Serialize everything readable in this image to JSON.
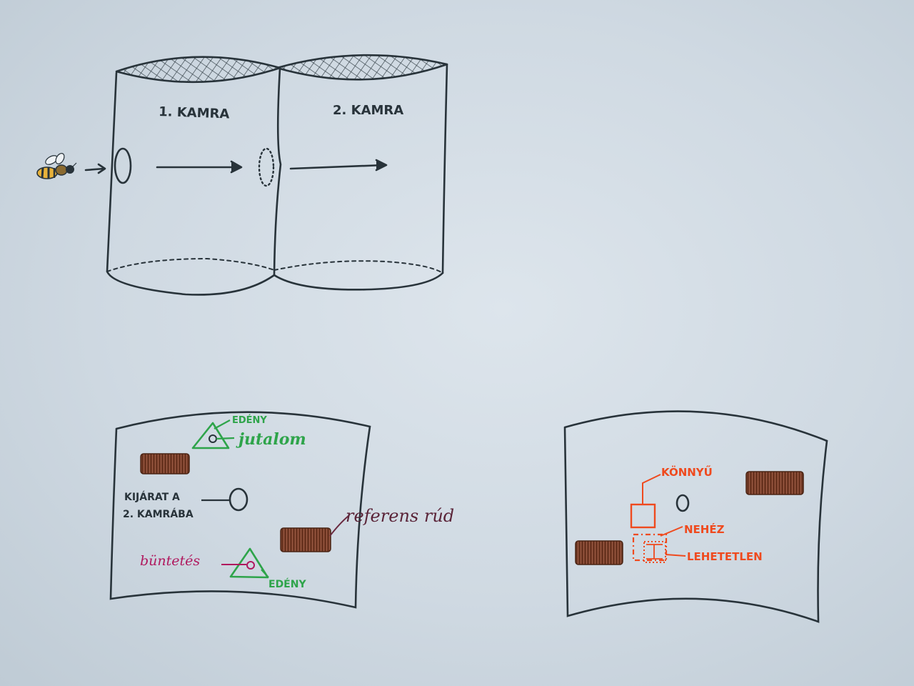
{
  "chambers": {
    "chamber1_label": "1. KAMRA",
    "chamber2_label": "2. KAMRA"
  },
  "panel_left": {
    "vessel_top_label": "EDÉNY",
    "reward_label": "jutalom",
    "exit_label_line1": "KIJÁRAT A",
    "exit_label_line2": "2. KAMRÁBA",
    "reference_rod_label": "referens rúd",
    "punishment_label": "büntetés",
    "vessel_bottom_label": "EDÉNY"
  },
  "panel_right": {
    "easy_label": "KÖNNYŰ",
    "hard_label": "NEHÉZ",
    "impossible_label": "LEHETETLEN"
  },
  "colors": {
    "ink": "#28333a",
    "green": "#2ea44a",
    "magenta": "#b0185e",
    "orange": "#ef4a1e",
    "rod_brown": "#6a3420",
    "rod_stripe": "#a4614a",
    "mesh": "#3a464d",
    "bee_yellow": "#e8b23a"
  },
  "icons": {
    "insect": "bee-icon"
  }
}
